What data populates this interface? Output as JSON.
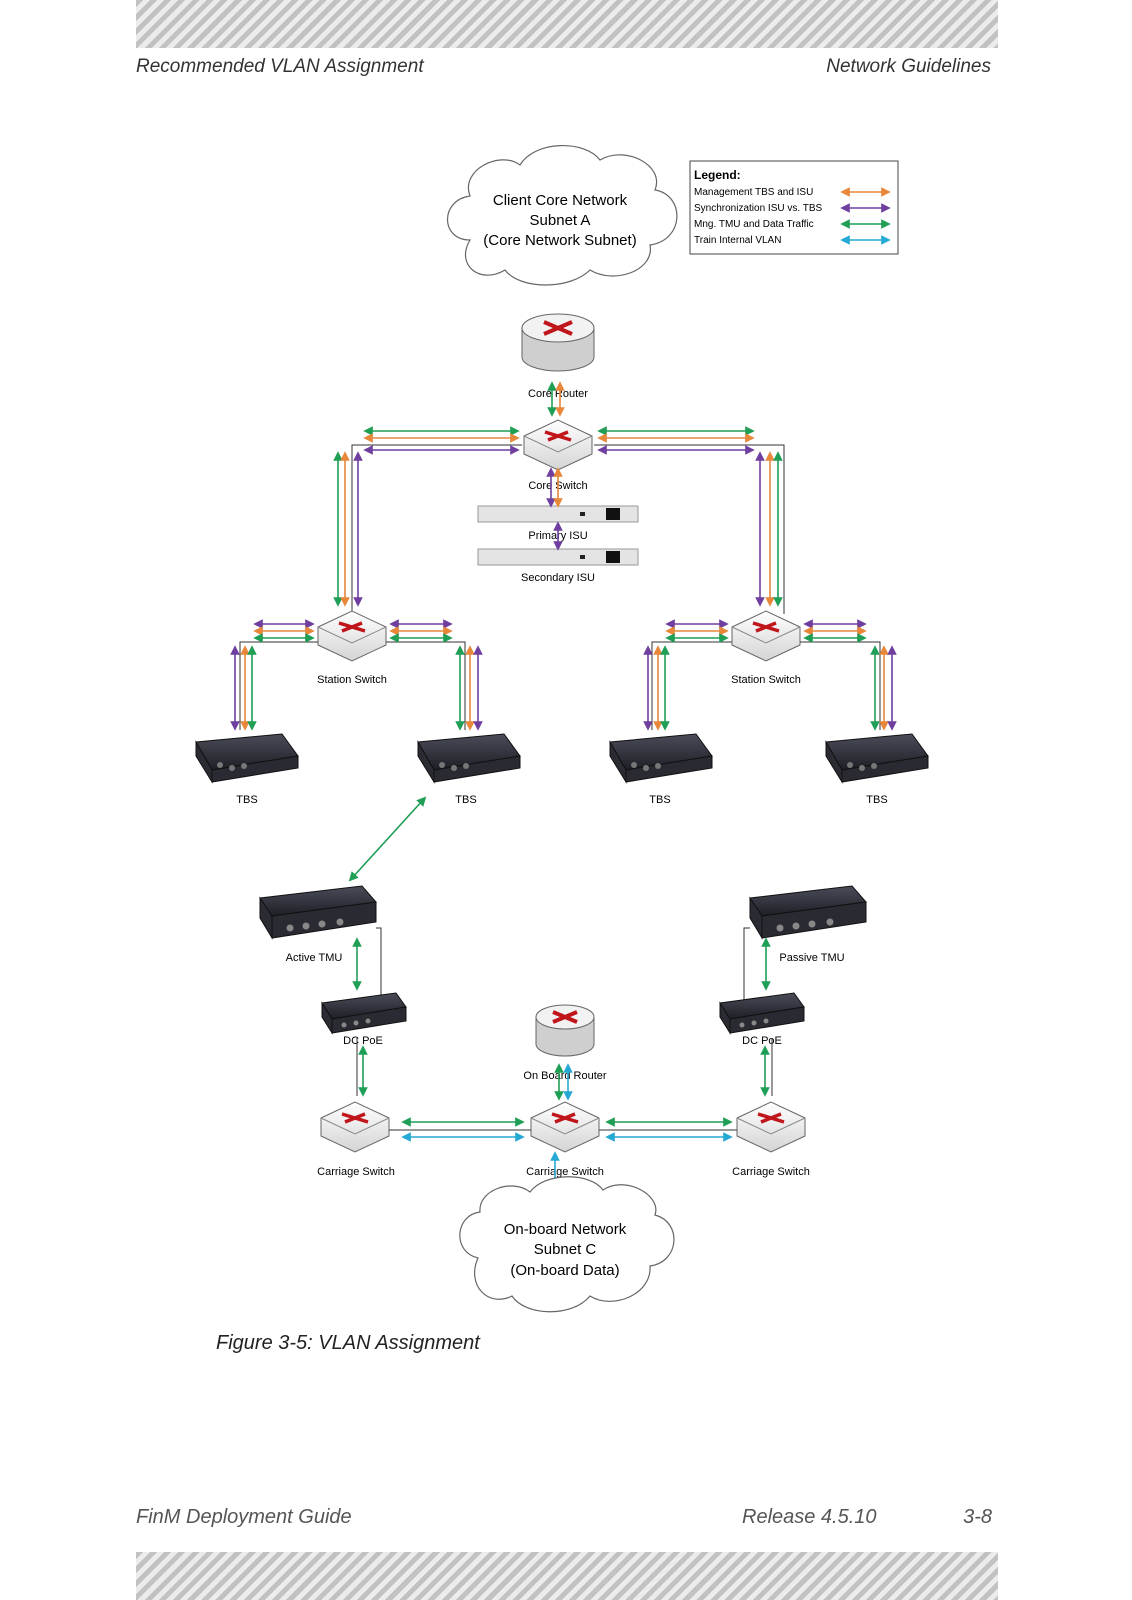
{
  "header": {
    "left": "Recommended VLAN Assignment",
    "right": "Network Guidelines"
  },
  "diagram": {
    "client_cloud": [
      "Client Core Network",
      "Subnet A",
      "(Core Network Subnet)"
    ],
    "onboard_cloud": [
      "On-board Network",
      "Subnet C",
      "(On-board Data)"
    ],
    "legend": {
      "title": "Legend:",
      "items": [
        {
          "label": "Management TBS and ISU",
          "color": "#e8873a"
        },
        {
          "label": "Synchronization ISU vs. TBS",
          "color": "#6f3fa0"
        },
        {
          "label": "Mng. TMU and Data Traffic",
          "color": "#1f9e55"
        },
        {
          "label": "Train Internal VLAN",
          "color": "#25a9d4"
        }
      ]
    },
    "labels": {
      "core_router": "Core Router",
      "core_switch": "Core Switch",
      "primary_isu": "Primary ISU",
      "secondary_isu": "Secondary ISU",
      "station_switch": "Station Switch",
      "tbs": "TBS",
      "active_tmu": "Active TMU",
      "passive_tmu": "Passive TMU",
      "dc_poe": "DC PoE",
      "onboard_router": "On Board Router",
      "carriage_switch": "Carriage Switch"
    }
  },
  "caption": "Figure 3-5: VLAN Assignment",
  "footer": {
    "left": "FinM Deployment Guide",
    "release": "Release 4.5.10",
    "page": "3-8"
  }
}
